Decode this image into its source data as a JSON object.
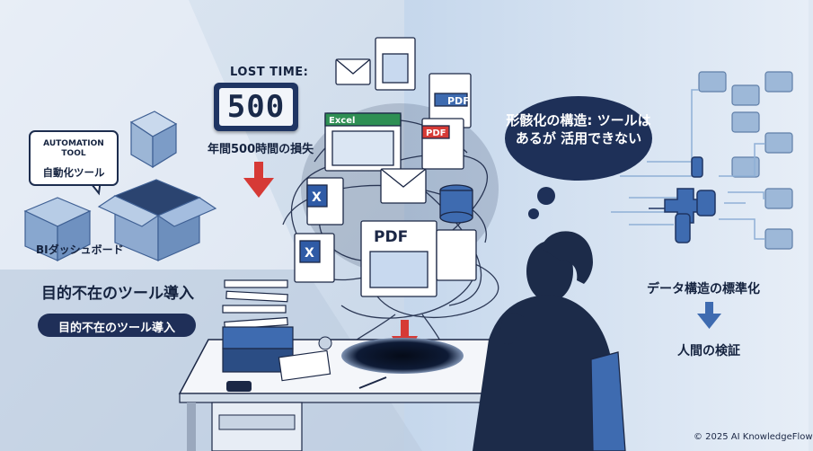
{
  "lost_time": {
    "label": "LOST TIME:",
    "counter": "500",
    "caption": "年間500時間の損失"
  },
  "left": {
    "bubble_en": "AUTOMATION TOOL",
    "bubble_jp": "自動化ツール",
    "dashboard": "BIダッシュボード",
    "heading": "目的不在のツール導入",
    "pill": "目的不在のツール導入"
  },
  "thought": "形骸化の構造: ツールはあるが 活用できない",
  "right": {
    "data_structure": "データ構造の標準化",
    "human_verification": "人間の検証"
  },
  "docs": {
    "pdf": "PDF",
    "excel": "Excel",
    "excel_mark": "X"
  },
  "copyright": "© 2025 AI KnowledgeFlow",
  "colors": {
    "navy": "#1f3563",
    "arrow_red": "#d63a36",
    "accent_blue": "#3e6bb0",
    "panel_blue": "#9db8d8"
  }
}
